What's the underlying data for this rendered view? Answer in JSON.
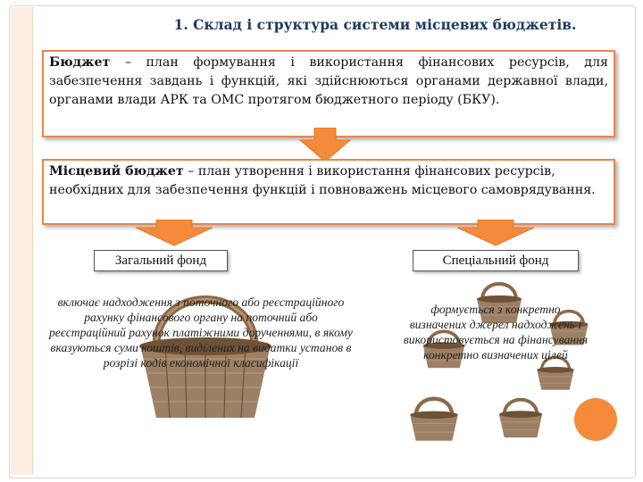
{
  "title": "1. Склад і структура системи місцевих бюджетів.",
  "budget": {
    "term": "Бюджет",
    "definition": " – план формування і використання фінансових ресурсів, для забезпечення завдань і функцій, які здійснюються органами державної влади, органами влади АРК та ОМС протягом бюджетного періоду (БКУ)."
  },
  "local_budget": {
    "term": "Місцевий бюджет",
    "definition": " – план утворення і використання фінансових ресурсів, необхідних для забезпечення функцій і повноважень місцевого самоврядування."
  },
  "funds": {
    "general": {
      "label": "Загальний фонд",
      "description": "включає надходження з поточного або реєстраційного рахунку фінансового органу на поточний або реєстраційний рахунок платіжними дорученнями, в якому вказуються суми коштів, виділених на видатки установ в розрізі кодів економічної класифікації"
    },
    "special": {
      "label": "Спеціальний фонд",
      "description": "формується з конкретно визначених джерел надходжень і використовується на фінансування конкретно визначених цілей"
    }
  },
  "colors": {
    "accent": "#f58a3a",
    "border": "#e8864e",
    "title": "#1f3b63",
    "basket": "#8b6a4a"
  },
  "icons": [
    "down-arrow-icon",
    "basket-icon"
  ]
}
